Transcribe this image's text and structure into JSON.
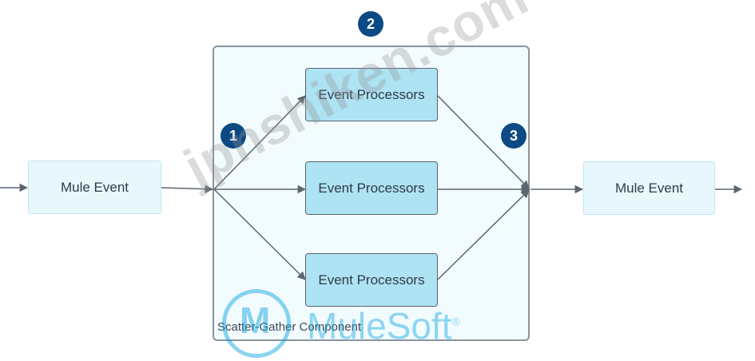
{
  "colors": {
    "badge": "#0d4a84",
    "processor_fill": "#aee3f4",
    "mule_event_fill": "#e8f7fc",
    "component_fill": "#f2fbfe",
    "arrow": "#5c6670"
  },
  "mule_event_in": {
    "label": "Mule Event"
  },
  "mule_event_out": {
    "label": "Mule Event"
  },
  "processors": [
    {
      "label": "Event Processors"
    },
    {
      "label": "Event Processors"
    },
    {
      "label": "Event Processors"
    }
  ],
  "component": {
    "label": "Scatter-Gather Component"
  },
  "badges": [
    "1",
    "2",
    "3"
  ],
  "watermark": {
    "text": "jpnshiken.com"
  },
  "logo": {
    "mark": "M",
    "wordmark": "MuleSoft",
    "mark_symbol": "®"
  }
}
